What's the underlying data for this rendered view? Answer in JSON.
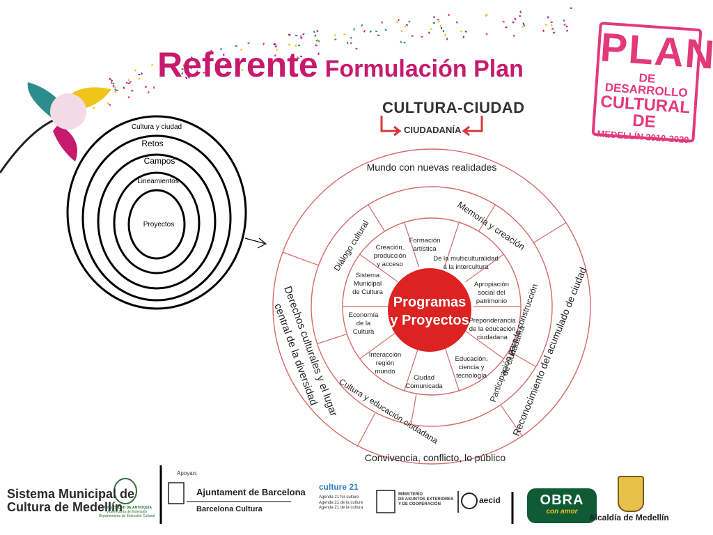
{
  "title": {
    "main": "Referente",
    "rest": "Formulación Plan"
  },
  "plan_logo": {
    "line1": "PLAN",
    "line2": "DE DESARROLLO",
    "line3": "CULTURAL DE",
    "line4": "MEDELLÍN 2010-2020"
  },
  "cultura_ciudad": {
    "heading": "CULTURA-CIUDAD",
    "sub": "CIUDADANÍA"
  },
  "concentric": {
    "rings": [
      "Cultura y ciudad",
      "Retos",
      "Campos",
      "Lineamientos",
      "Proyectos"
    ]
  },
  "wheel": {
    "center_line1": "Programas",
    "center_line2": "y Proyectos",
    "outer": [
      "Mundo con nuevas realidades",
      "Memoria y creación",
      "Reconocimiento del acumulado de ciudad",
      "Convivencia, conflicto, lo público",
      "Derechos culturales y el lugar",
      "central de la diversidad"
    ],
    "middle": [
      "Diálogo cultural",
      "Participación para la construcción",
      "de ciudadanía",
      "Cultura y educación ciudadana"
    ],
    "inner": [
      {
        "lines": [
          "Formación",
          "artística"
        ]
      },
      {
        "lines": [
          "De la multiculturalidad",
          "a la intercultura"
        ]
      },
      {
        "lines": [
          "Apropiación",
          "social del",
          "patrimonio"
        ]
      },
      {
        "lines": [
          "Preponderancia",
          "de la educación",
          "ciudadana"
        ]
      },
      {
        "lines": [
          "Educación,",
          "ciencia y",
          "tecnología"
        ]
      },
      {
        "lines": [
          "Ciudad",
          "Comunicada"
        ]
      },
      {
        "lines": [
          "Interacción",
          "región",
          "mundo"
        ]
      },
      {
        "lines": [
          "Economía",
          "de la",
          "Cultura"
        ]
      },
      {
        "lines": [
          "Sistema",
          "Municipal",
          "de Cultura"
        ]
      },
      {
        "lines": [
          "Creación,",
          "producción",
          "y acceso"
        ]
      }
    ]
  },
  "footer": {
    "sistema_line1": "Sistema Municipal de",
    "sistema_line2": "Cultura de Medellín",
    "udea_line1": "UNIVERSIDAD DE ANTIOQUIA",
    "udea_line2": "Vicerrectoría de Extensión",
    "udea_line3": "Departamento de Extensión Cultural",
    "apoyan": "Apoyan:",
    "ajuntament": "Ajuntament de Barcelona",
    "barcelona_cultura": "Barcelona Cultura",
    "cultura21": "culture 21",
    "agenda1": "Agenda 21 for culture",
    "agenda2": "Agenda 21 de la culture",
    "agenda3": "Agenda 21 de la cultura",
    "ministerio1": "MINISTERIO",
    "ministerio2": "DE ASUNTOS EXTERIORES",
    "ministerio3": "Y DE COOPERACIÓN",
    "aecid": "aecid",
    "obra": "OBRA",
    "con_amor": "con amor",
    "alcaldia": "Alcaldía de Medellín"
  },
  "colors": {
    "title": "#c71a6c",
    "wheel_lines": "#d36a6a",
    "center": "#dd2222",
    "logo_pink": "#e3397a"
  }
}
